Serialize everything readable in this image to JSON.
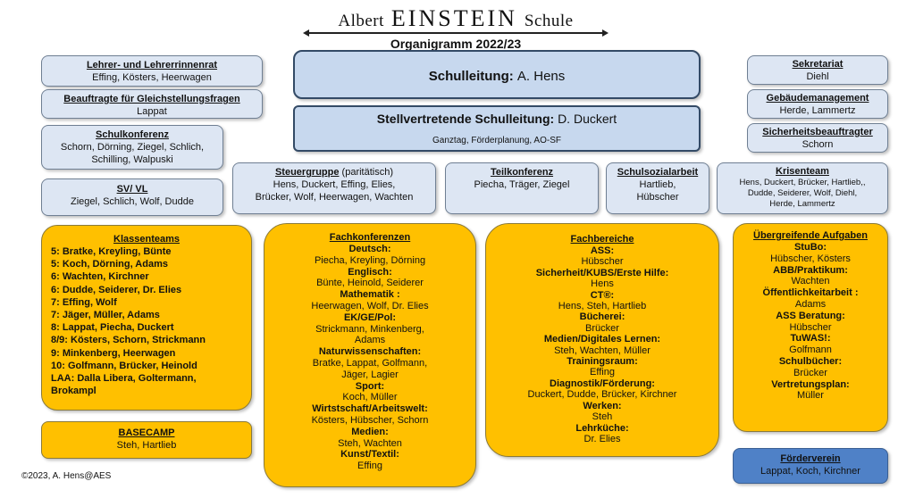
{
  "header": {
    "name_left": "Albert",
    "name_big": "EINSTEIN",
    "name_right": "Schule",
    "subtitle": "Organigramm 2022/23"
  },
  "leitung": {
    "label": "Schulleitung:",
    "name": "A. Hens"
  },
  "stellvertretung": {
    "label": "Stellvertretende Schulleitung:",
    "name": "D. Duckert",
    "tasks": "Ganztag, Förderplanung, AO-SF"
  },
  "left_boxes": [
    {
      "title": "Lehrer- und Lehrerrinnenrat",
      "lines": [
        "Effing, Kösters, Heerwagen"
      ]
    },
    {
      "title": "Beauftragte für Gleichstellungsfragen",
      "lines": [
        "Lappat"
      ]
    },
    {
      "title": "Schulkonferenz",
      "lines": [
        "Schorn, Dörning, Ziegel, Schlich,",
        "Schilling, Walpuski"
      ]
    },
    {
      "title": "SV/ VL",
      "lines": [
        "Ziegel, Schlich, Wolf, Dudde"
      ]
    }
  ],
  "right_boxes": [
    {
      "title": "Sekretariat",
      "lines": [
        "Diehl"
      ]
    },
    {
      "title": "Gebäudemanagement",
      "lines": [
        "Herde, Lammertz"
      ]
    },
    {
      "title": "Sicherheitsbeauftragter",
      "lines": [
        "Schorn"
      ]
    }
  ],
  "steuergruppe": {
    "title": "Steuergruppe",
    "suffix": " (paritätisch)",
    "lines": [
      "Hens,  Duckert,  Effing, Elies,",
      "Brücker, Wolf, Heerwagen, Wachten"
    ]
  },
  "teilkonferenz": {
    "title": "Teilkonferenz",
    "lines": [
      "Piecha, Träger, Ziegel"
    ]
  },
  "schulsozialarbeit": {
    "title": "Schulsozialarbeit",
    "lines": [
      "Hartlieb,",
      "Hübscher"
    ]
  },
  "krisenteam": {
    "title": "Krisenteam",
    "lines": [
      "Hens, Duckert, Brücker, Hartlieb,,",
      "Dudde, Seiderer, Wolf, Diehl,",
      "Herde, Lammertz"
    ]
  },
  "klassenteams": {
    "title": "Klassenteams",
    "lines": [
      "5: Bratke, Kreyling, Bünte",
      "5: Koch, Dörning, Adams",
      "6: Wachten, Kirchner",
      "6: Dudde, Seiderer, Dr. Elies",
      "7: Effing, Wolf",
      "7: Jäger, Müller, Adams",
      "8: Lappat, Piecha, Duckert",
      "8/9: Kösters, Schorn, Strickmann",
      "9: Minkenberg, Heerwagen",
      "10:  Golfmann, Brücker, Heinold",
      "LAA:  Dalla Libera, Goltermann,",
      "Brokampl"
    ]
  },
  "basecamp": {
    "title": "BASECAMP",
    "lines": [
      "Steh, Hartlieb"
    ]
  },
  "fachkonferenzen": {
    "title": "Fachkonferenzen",
    "items": [
      {
        "label": "Deutsch:",
        "lines": [
          "Piecha, Kreyling, Dörning"
        ]
      },
      {
        "label": "Englisch:",
        "lines": [
          "Bünte, Heinold, Seiderer"
        ]
      },
      {
        "label": "Mathematik :",
        "lines": [
          "Heerwagen, Wolf, Dr. Elies"
        ]
      },
      {
        "label": "EK/GE/Pol:",
        "lines": [
          "Strickmann, Minkenberg,",
          "Adams"
        ]
      },
      {
        "label": "Naturwissenschaften:",
        "lines": [
          "Bratke, Lappat, Golfmann,",
          "Jäger, Lagier"
        ]
      },
      {
        "label": "Sport:",
        "lines": [
          "Koch, Müller"
        ]
      },
      {
        "label": "Wirtstschaft/Arbeitswelt:",
        "lines": [
          "Kösters, Hübscher, Schorn"
        ]
      },
      {
        "label": "Medien:",
        "lines": [
          "Steh, Wachten"
        ]
      },
      {
        "label": "Kunst/Textil:",
        "lines": [
          "Effing"
        ]
      }
    ]
  },
  "fachbereiche": {
    "title": "Fachbereiche",
    "items": [
      {
        "label": "ASS:",
        "lines": [
          "Hübscher"
        ]
      },
      {
        "label": "Sicherheit/KUBS/Erste Hilfe:",
        "lines": [
          "Hens"
        ]
      },
      {
        "label": "CT®:",
        "lines": [
          "Hens, Steh,  Hartlieb"
        ]
      },
      {
        "label": "Bücherei:",
        "lines": [
          "Brücker"
        ]
      },
      {
        "label": "Medien/Digitales Lernen:",
        "lines": [
          "Steh, Wachten, Müller"
        ]
      },
      {
        "label": "Trainingsraum:",
        "lines": [
          "Effing"
        ]
      },
      {
        "label": "Diagnostik/Förderung:",
        "lines": [
          "Duckert, Dudde, Brücker, Kirchner"
        ]
      },
      {
        "label": "Werken:",
        "lines": [
          "Steh"
        ]
      },
      {
        "label": "Lehrküche:",
        "lines": [
          "Dr. Elies"
        ]
      }
    ]
  },
  "uebergreifend": {
    "title": "Übergreifende Aufgaben",
    "items": [
      {
        "label": "StuBo:",
        "lines": [
          "Hübscher, Kösters"
        ]
      },
      {
        "label": "ABB/Praktikum:",
        "lines": [
          "Wachten"
        ]
      },
      {
        "label": "Öffentlichkeitarbeit :",
        "lines": [
          "Adams"
        ]
      },
      {
        "label": "ASS Beratung:",
        "lines": [
          "Hübscher"
        ]
      },
      {
        "label": "TuWAS!:",
        "lines": [
          "Golfmann"
        ]
      },
      {
        "label": "Schulbücher:",
        "lines": [
          "Brücker"
        ]
      },
      {
        "label": "Vertretungsplan:",
        "lines": [
          "Müller"
        ]
      }
    ]
  },
  "foerderverein": {
    "title": "Förderverein",
    "lines": [
      "Lappat, Koch,  Kirchner"
    ]
  },
  "copyright": "©2023, A. Hens@AES"
}
